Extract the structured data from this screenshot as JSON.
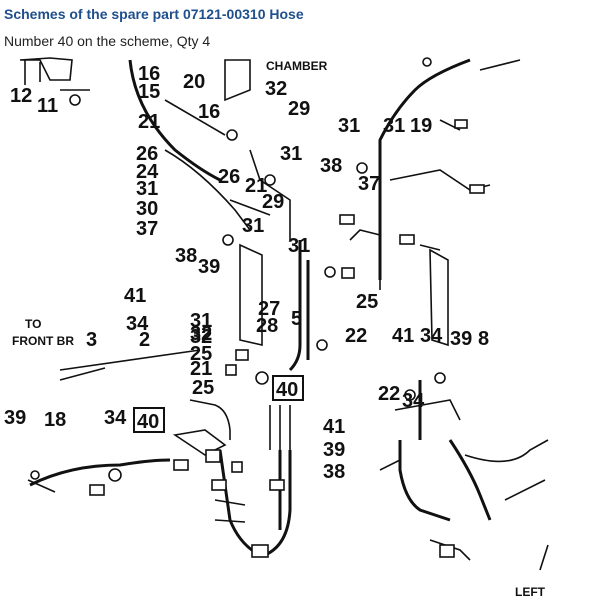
{
  "header": {
    "title": "Schemes of the spare part 07121-00310 Hose",
    "subtitle": "Number 40 on the scheme, Qty 4"
  },
  "diagram": {
    "texts": {
      "chamber": "CHAMBER",
      "to": "TO",
      "front_br": "FRONT BR",
      "left": "LEFT"
    },
    "highlight_label": "40",
    "callouts": [
      "16",
      "15",
      "20",
      "32",
      "12",
      "11",
      "21",
      "16",
      "29",
      "31",
      "31",
      "31",
      "19",
      "26",
      "24",
      "31",
      "30",
      "37",
      "38",
      "26",
      "21",
      "29",
      "31",
      "37",
      "38",
      "39",
      "31",
      "41",
      "32",
      "34",
      "27",
      "28",
      "5",
      "25",
      "22",
      "41",
      "34",
      "39",
      "8",
      "31",
      "32",
      "25",
      "21",
      "25",
      "41",
      "39",
      "38",
      "39",
      "18",
      "34",
      "22",
      "34",
      "3",
      "2"
    ]
  }
}
